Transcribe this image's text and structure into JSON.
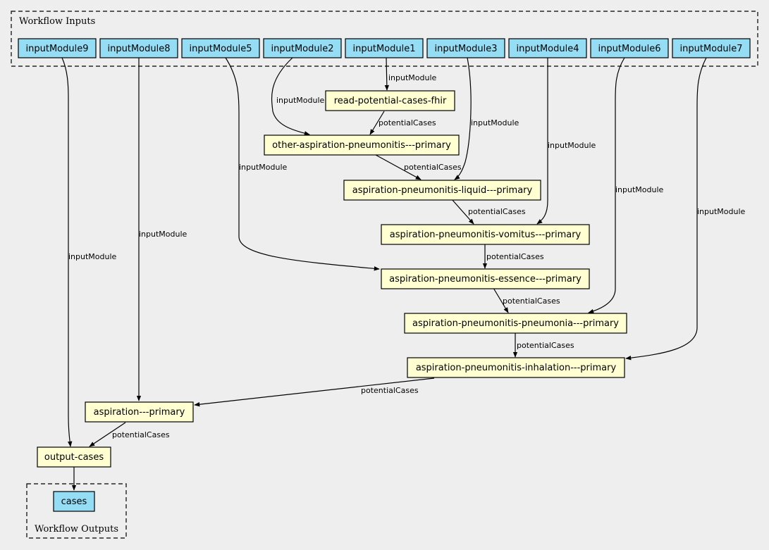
{
  "clusters": {
    "inputs": "Workflow Inputs",
    "outputs": "Workflow Outputs"
  },
  "inputs": [
    "inputModule9",
    "inputModule8",
    "inputModule5",
    "inputModule2",
    "inputModule1",
    "inputModule3",
    "inputModule4",
    "inputModule6",
    "inputModule7"
  ],
  "steps": [
    "read-potential-cases-fhir",
    "other-aspiration-pneumonitis---primary",
    "aspiration-pneumonitis-liquid---primary",
    "aspiration-pneumonitis-vomitus---primary",
    "aspiration-pneumonitis-essence---primary",
    "aspiration-pneumonitis-pneumonia---primary",
    "aspiration-pneumonitis-inhalation---primary",
    "aspiration---primary",
    "output-cases"
  ],
  "outputs": [
    "cases"
  ],
  "edge_labels": {
    "input": "inputModule",
    "cases": "potentialCases"
  },
  "colors": {
    "background": "#eeeeee",
    "input_fill": "#94ddf4",
    "step_fill": "#ffffd1",
    "stroke": "#000000"
  }
}
